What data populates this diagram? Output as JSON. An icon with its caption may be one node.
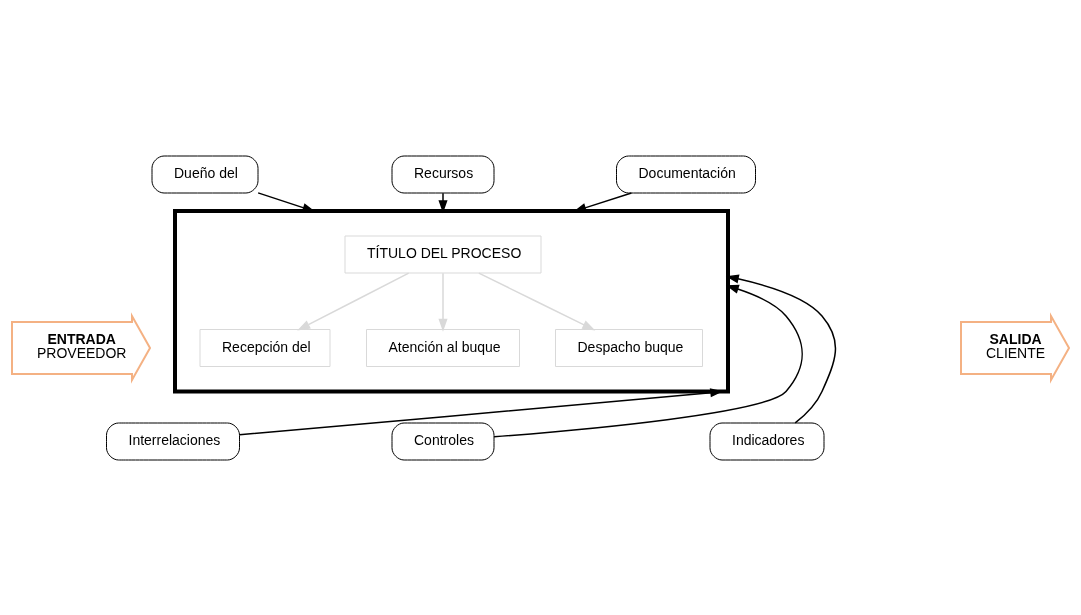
{
  "diagram": {
    "nodes": [
      {
        "text": [
          "Dueño del"
        ]
      },
      {
        "text": [
          "Recursos"
        ]
      },
      {
        "text": [
          "Documentación"
        ]
      },
      {
        "text": [
          "ENTRADA",
          "PROVEEDOR"
        ]
      },
      {
        "text": [],
        "shape": "box"
      },
      {
        "text": [
          "TÍTULO DEL PROCESO"
        ],
        "in": 4
      },
      {
        "text": [
          "Recepción del"
        ],
        "in": 4
      },
      {
        "text": [
          "Atención al buque"
        ],
        "in": 4
      },
      {
        "text": [
          "Despacho buque"
        ],
        "in": 4
      },
      {
        "text": [
          "SALIDA",
          "CLIENTE"
        ]
      },
      {
        "text": [
          "Interrelaciones"
        ]
      },
      {
        "text": [
          "Controles"
        ]
      },
      {
        "text": [
          "Indicadores"
        ]
      }
    ],
    "edges": [
      {
        "from": 0,
        "to": 4,
        "arrow": "to"
      },
      {
        "from": 1,
        "to": 4,
        "arrow": "to"
      },
      {
        "from": 2,
        "to": 4,
        "arrow": "to"
      },
      {
        "from": 5,
        "to": 6,
        "arrow": "to",
        "color": "#d9d9d9"
      },
      {
        "from": 5,
        "to": 7,
        "arrow": "to",
        "color": "#d9d9d9"
      },
      {
        "from": 5,
        "to": 8,
        "arrow": "to",
        "color": "#d9d9d9"
      },
      {
        "from": 10,
        "to": 4,
        "arrow": "to"
      },
      {
        "from": 11,
        "to": 4,
        "arrow": "to"
      },
      {
        "from": 12,
        "to": 4,
        "arrow": "to"
      }
    ]
  }
}
